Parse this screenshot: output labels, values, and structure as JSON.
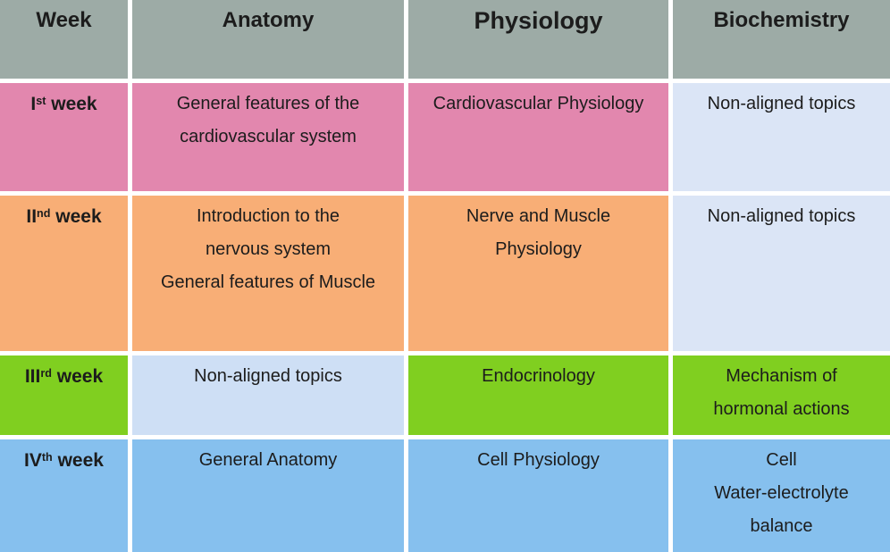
{
  "colors": {
    "header_gray": "#9daba6",
    "pink": "#e287ae",
    "orange": "#f8ae76",
    "green": "#80cf20",
    "blue": "#86c0ee",
    "pale_blue": "#dbe5f6",
    "pale_blue_row3": "#cedff5",
    "text": "#1c1c1c",
    "separator_white": "#ffffff"
  },
  "table": {
    "columns": [
      "Week",
      "Anatomy",
      "Physiology",
      "Biochemistry"
    ],
    "rows": [
      {
        "week": {
          "numeral": "I",
          "sup": "st",
          "rest": " week"
        },
        "anatomy": [
          "General features of the",
          "cardiovascular system"
        ],
        "physiology": [
          "Cardiovascular Physiology"
        ],
        "biochemistry": [
          "Non-aligned topics"
        ]
      },
      {
        "week": {
          "numeral": "II",
          "sup": "nd",
          "rest": " week"
        },
        "anatomy": [
          "Introduction to the",
          "nervous system",
          "General features of Muscle"
        ],
        "physiology": [
          "Nerve and Muscle",
          "Physiology"
        ],
        "biochemistry": [
          "Non-aligned topics"
        ]
      },
      {
        "week": {
          "numeral": "III",
          "sup": "rd",
          "rest": " week"
        },
        "anatomy": [
          "Non-aligned topics"
        ],
        "physiology": [
          "Endocrinology"
        ],
        "biochemistry": [
          "Mechanism of",
          "hormonal actions"
        ]
      },
      {
        "week": {
          "numeral": "IV",
          "sup": "th",
          "rest": " week"
        },
        "anatomy": [
          "General Anatomy"
        ],
        "physiology": [
          "Cell Physiology"
        ],
        "biochemistry": [
          "Cell",
          "Water-electrolyte",
          "balance"
        ]
      }
    ]
  }
}
